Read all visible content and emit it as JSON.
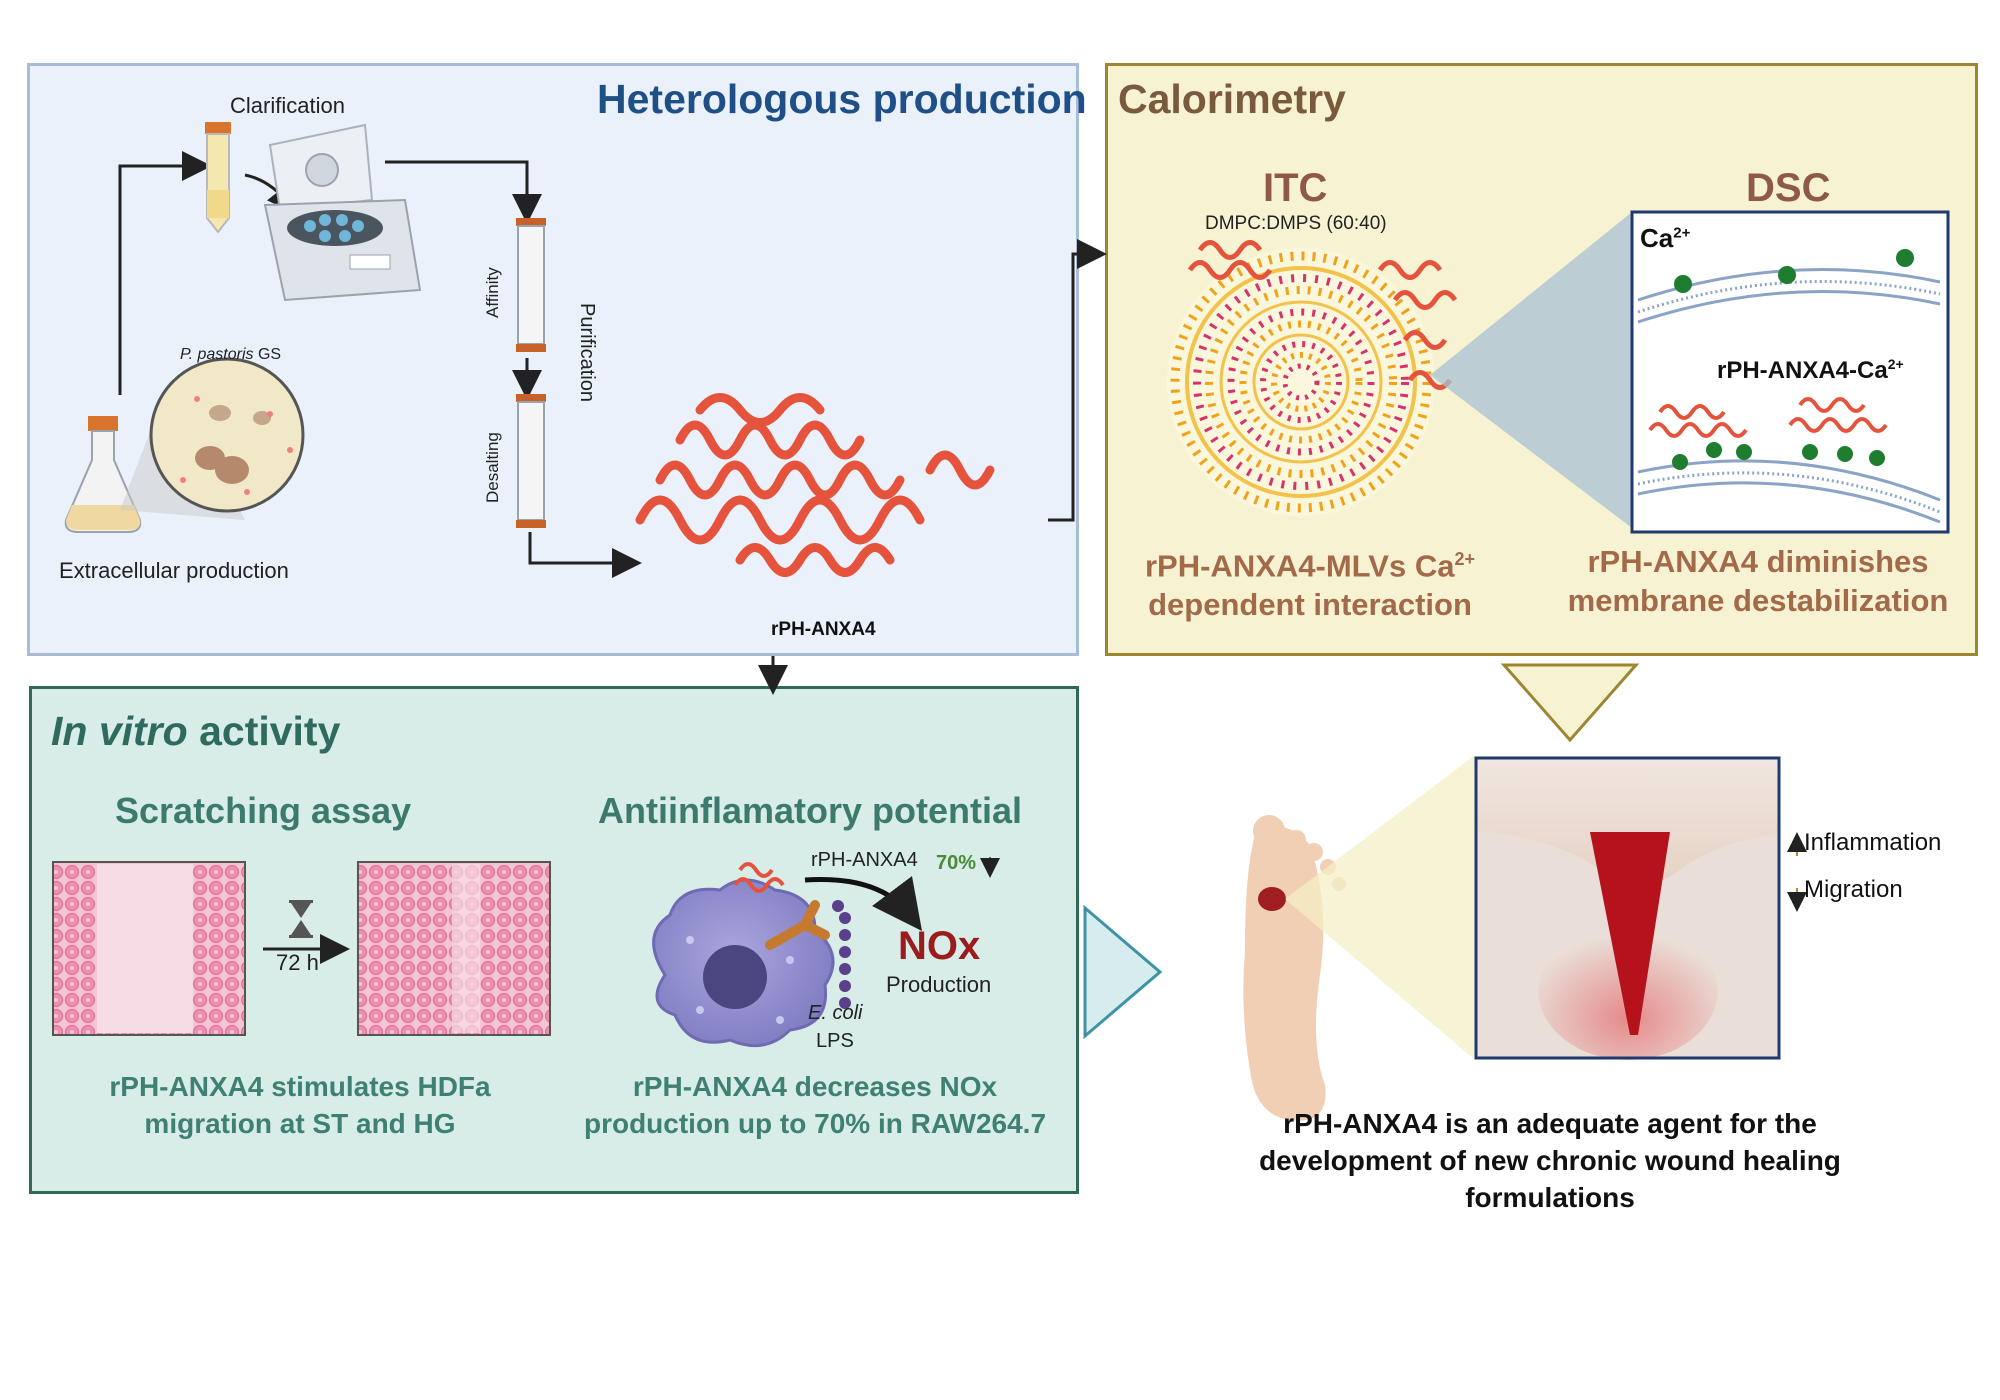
{
  "heterologous": {
    "title": "Heterologous production",
    "clarification": "Clarification",
    "organism_italic": "P. pastoris",
    "organism_suffix": "GS",
    "extracellular": "Extracellular production",
    "affinity": "Affinity",
    "desalting": "Desalting",
    "purification": "Purification",
    "protein": "rPH-ANXA4"
  },
  "calorimetry": {
    "title": "Calorimetry",
    "itc": {
      "heading": "ITC",
      "lipid": "DMPC:DMPS (60:40)",
      "caption_line1_prefix": "rPH-ANXA4-MLVs Ca",
      "caption_line1_sup": "2+",
      "caption_line2": "dependent interaction"
    },
    "dsc": {
      "heading": "DSC",
      "ca_label": "Ca",
      "ca_sup": "2+",
      "complex_label": "rPH-ANXA4-Ca",
      "complex_sup": "2+",
      "caption_line1": "rPH-ANXA4 diminishes",
      "caption_line2": "membrane destabilization",
      "ion_label": "Ca²⁺"
    }
  },
  "invitro": {
    "title_italic": "In vitro",
    "title_rest": "activity",
    "scratch": {
      "heading": "Scratching assay",
      "time": "72 h",
      "caption_line1": "rPH-ANXA4 stimulates HDFa",
      "caption_line2": "migration at ST and HG"
    },
    "antiinflam": {
      "heading": "Antiinflamatory potential",
      "protein": "rPH-ANXA4",
      "percent": "70%",
      "nox": "NOx",
      "production": "Production",
      "ecoli": "E. coli",
      "lps": "LPS",
      "caption_line1": "rPH-ANXA4 decreases NOx",
      "caption_line2": "production up to 70% in RAW264.7"
    }
  },
  "wound": {
    "inflammation": "Inflammation",
    "migration": "Migration"
  },
  "conclusion": {
    "line1": "rPH-ANXA4 is an adequate agent for the",
    "line2": "development of new chronic wound healing",
    "line3": "formulations"
  },
  "colors": {
    "hetero_title": "#1e4f86",
    "calor_title": "#7a5a3c",
    "invitro_title": "#2f6a60",
    "protein": "#e5533d",
    "nox": "#9b1c1c",
    "percent": "#4a8a3a"
  }
}
